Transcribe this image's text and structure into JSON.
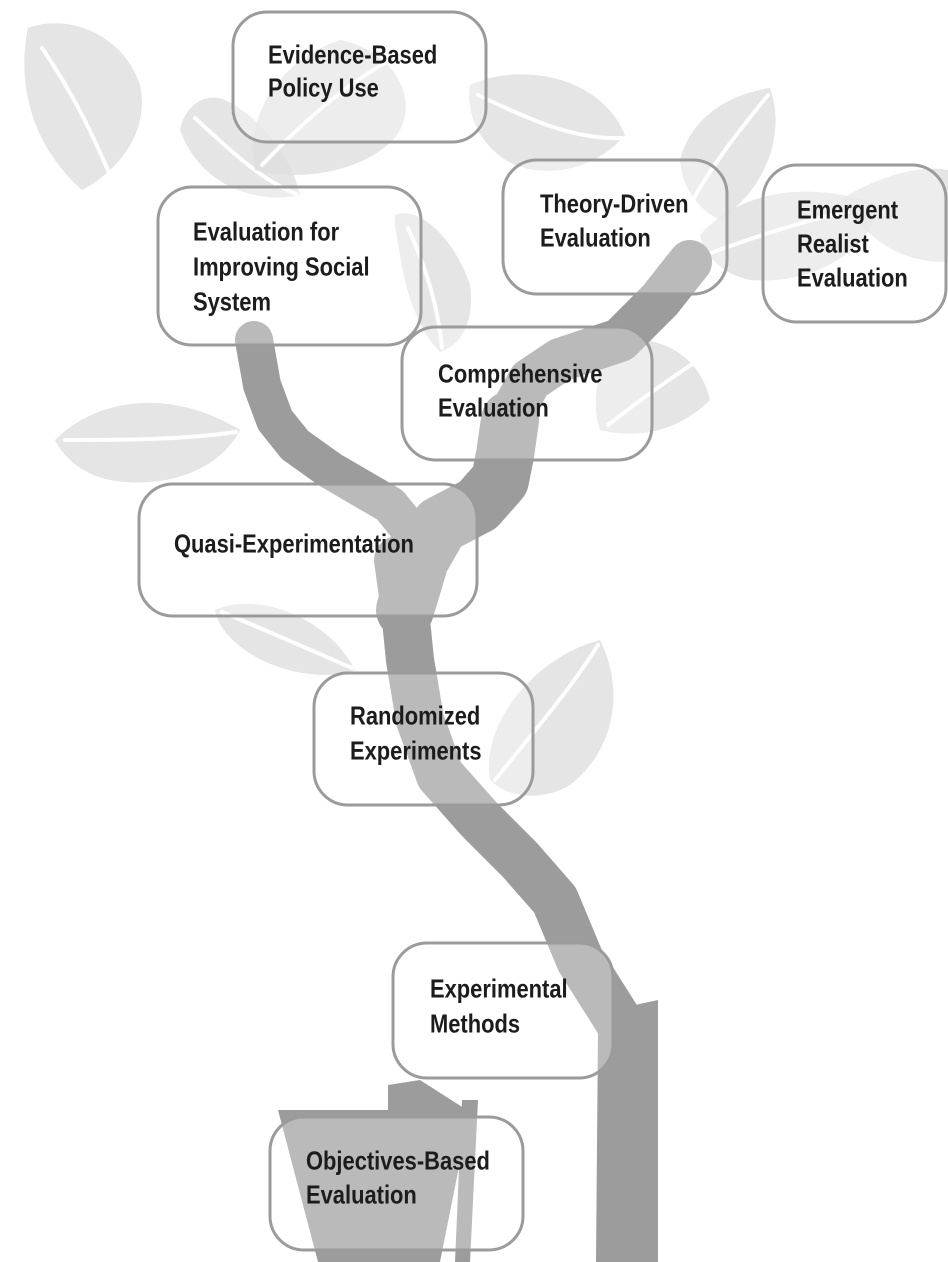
{
  "nodes": [
    {
      "id": "evidence-based-policy-use",
      "lines": [
        "Evidence-Based",
        "Policy Use"
      ]
    },
    {
      "id": "evaluation-for-improving-social-system",
      "lines": [
        "Evaluation for",
        "Improving Social",
        "System"
      ]
    },
    {
      "id": "theory-driven-evaluation",
      "lines": [
        "Theory-Driven",
        "Evaluation"
      ]
    },
    {
      "id": "emergent-realist-evaluation",
      "lines": [
        "Emergent",
        "Realist",
        "Evaluation"
      ]
    },
    {
      "id": "comprehensive-evaluation",
      "lines": [
        "Comprehensive",
        "Evaluation"
      ]
    },
    {
      "id": "quasi-experimentation",
      "lines": [
        "Quasi-Experimentation"
      ]
    },
    {
      "id": "randomized-experiments",
      "lines": [
        "Randomized",
        "Experiments"
      ]
    },
    {
      "id": "experimental-methods",
      "lines": [
        "Experimental",
        "Methods"
      ]
    },
    {
      "id": "objectives-based-evaluation",
      "lines": [
        "Objectives-Based",
        "Evaluation"
      ]
    }
  ]
}
